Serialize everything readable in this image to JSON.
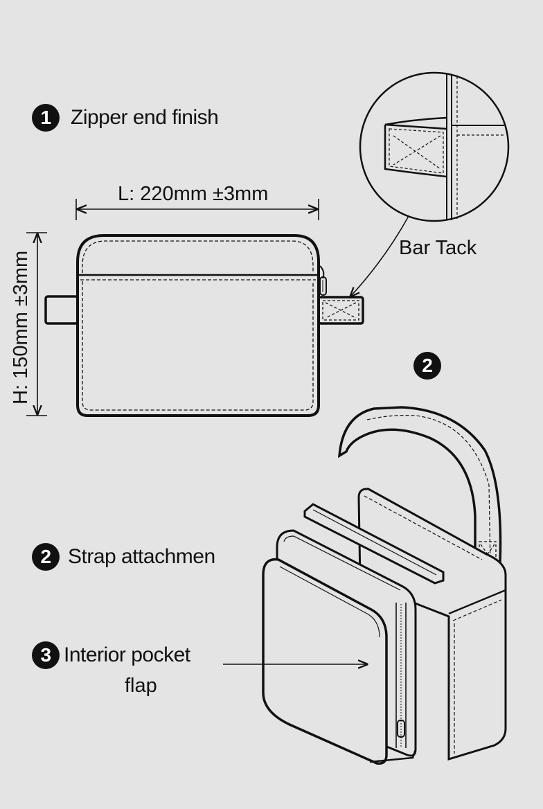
{
  "callouts": [
    {
      "number": "1",
      "text": "Zipper end finish"
    },
    {
      "number": "2",
      "text": "Strap attachmen"
    },
    {
      "number": "3",
      "line1": "Interior pocket",
      "line2": "flap"
    }
  ],
  "dimensions": {
    "length": "L: 220mm ±3mm",
    "height": "H: 150mm ±3mm"
  },
  "detail_label": "Bar Tack",
  "exploded_view_number": "2",
  "colors": {
    "background": "#e4e4e4",
    "ink": "#111111",
    "badge_text": "#ffffff"
  }
}
